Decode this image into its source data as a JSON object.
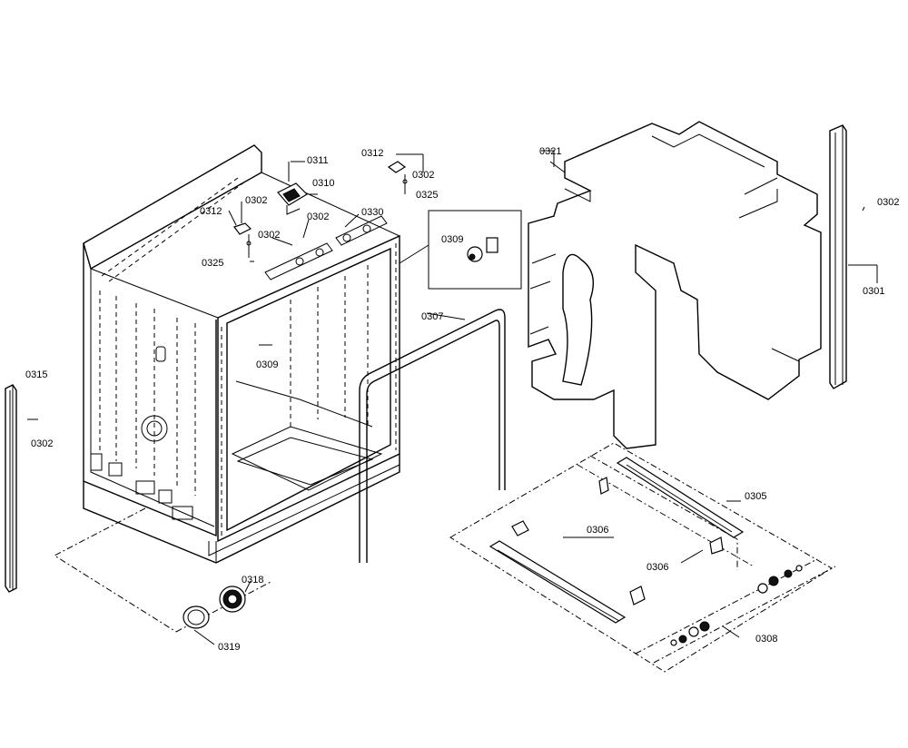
{
  "labels": {
    "p0311": "0311",
    "p0310": "0310",
    "p0302_top_mid": "0302",
    "p0330": "0330",
    "p0312_left": "0312",
    "p0302_left": "0302",
    "p0302_mid": "0302",
    "p0325_left": "0325",
    "p0312_right": "0312",
    "p0302_right": "0302",
    "p0325_right": "0325",
    "p0309_inset": "0309",
    "p0309_tub": "0309",
    "p0307": "0307",
    "p0321": "0321",
    "p0302_far": "0302",
    "p0301": "0301",
    "p0315": "0315",
    "p0302_side": "0302",
    "p0305": "0305",
    "p0306_a": "0306",
    "p0306_b": "0306",
    "p0308": "0308",
    "p0318": "0318",
    "p0319": "0319"
  }
}
